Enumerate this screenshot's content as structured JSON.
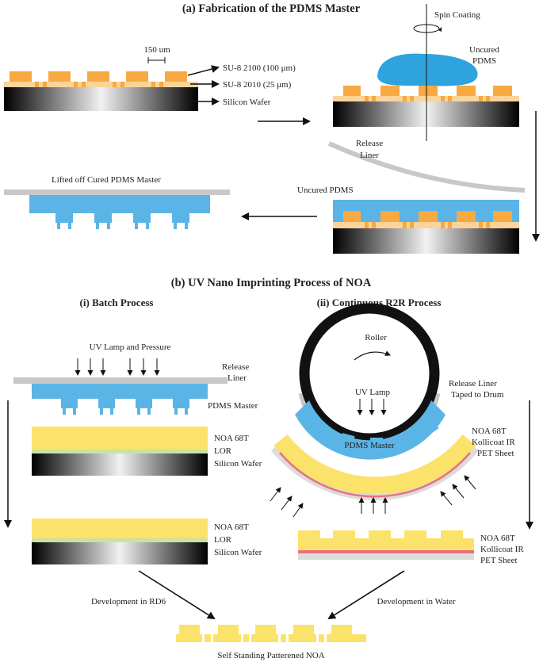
{
  "section_a": {
    "title": "(a) Fabrication of the PDMS Master",
    "scale_label": "150 um",
    "layer_labels": [
      "SU-8 2100 (100 μm)",
      "SU-8 2010 (25 μm)",
      "Silicon Wafer"
    ],
    "spin_coating": "Spin Coating",
    "uncured_pdms_top": [
      "Uncured",
      "PDMS"
    ],
    "release_liner": [
      "Release",
      "Liner"
    ],
    "uncured_pdms": "Uncured PDMS",
    "lifted_master": "Lifted off Cured PDMS Master"
  },
  "section_b": {
    "title": "(b) UV Nano Imprinting Process of NOA",
    "batch": {
      "title": "(i) Batch Process",
      "uv_pressure": "UV Lamp and Pressure",
      "release_liner": [
        "Release",
        "Liner"
      ],
      "pdms_master": "PDMS Master",
      "stack_labels": [
        "NOA 68T",
        "LOR",
        "Silicon Wafer"
      ],
      "result_labels": [
        "NOA 68T",
        "LOR",
        "Silicon Wafer"
      ],
      "development": "Development in RD6"
    },
    "r2r": {
      "title": "(ii) Continuous R2R Process",
      "roller": "Roller",
      "uv_lamp": "UV Lamp",
      "release_liner": [
        "Release Liner",
        "Taped to Drum"
      ],
      "pdms_master": "PDMS Master",
      "sheet_labels": [
        "NOA 68T",
        "Kollicoat IR",
        "PET Sheet"
      ],
      "result_labels": [
        "NOA 68T",
        "Kollicoat IR",
        "PET Sheet"
      ],
      "development": "Development in Water"
    },
    "final": "Self Standing Patterened NOA"
  },
  "colors": {
    "su8_orange": "#f8a941",
    "su8_light": "#fbd49a",
    "pdms_blue": "#5bb4e6",
    "uncured_blue": "#2ea3dd",
    "noa_yellow": "#fbe26a",
    "lor_green": "#c9e2a6",
    "kollicoat_red": "#e8727a",
    "liner_gray": "#c8c8c8"
  }
}
